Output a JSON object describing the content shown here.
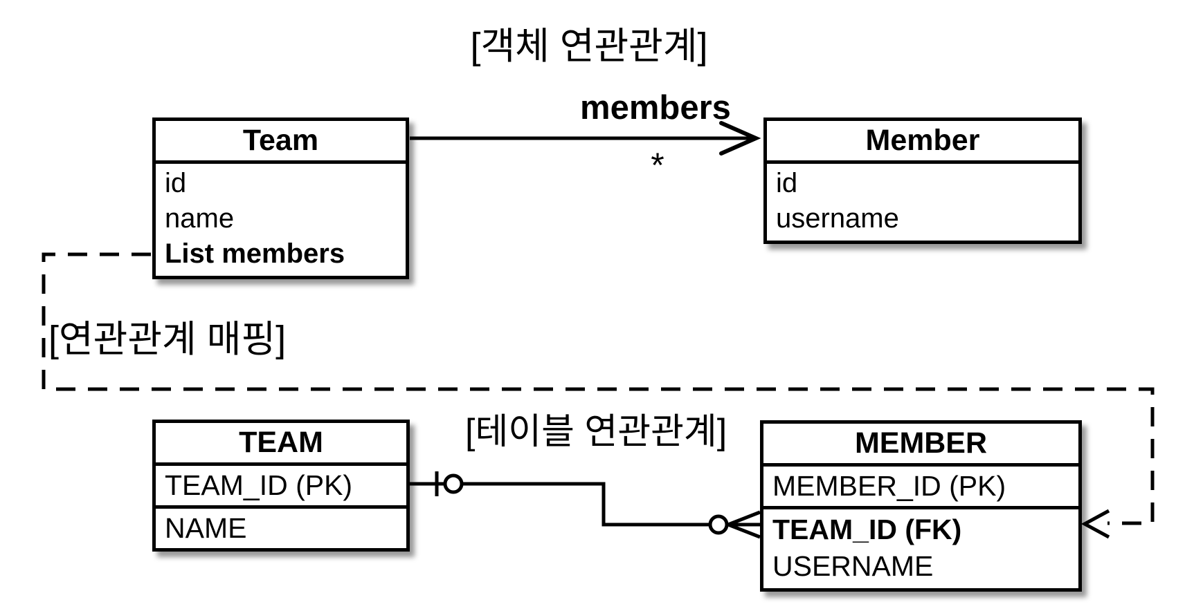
{
  "diagram": {
    "object_section_title": "[객체 연관관계]",
    "mapping_label": "[연관관계 매핑]",
    "table_section_title": "[테이블 연관관계]",
    "association": {
      "name": "members",
      "multiplicity": "*"
    },
    "team_class": {
      "title": "Team",
      "fields": [
        "id",
        "name",
        "List members"
      ]
    },
    "member_class": {
      "title": "Member",
      "fields": [
        "id",
        "username"
      ]
    },
    "team_table": {
      "title": "TEAM",
      "columns": [
        "TEAM_ID (PK)",
        "NAME"
      ]
    },
    "member_table": {
      "title": "MEMBER",
      "columns": [
        "MEMBER_ID (PK)",
        "TEAM_ID (FK)",
        "USERNAME"
      ]
    }
  },
  "colors": {
    "line": "#000000",
    "background": "#ffffff"
  }
}
